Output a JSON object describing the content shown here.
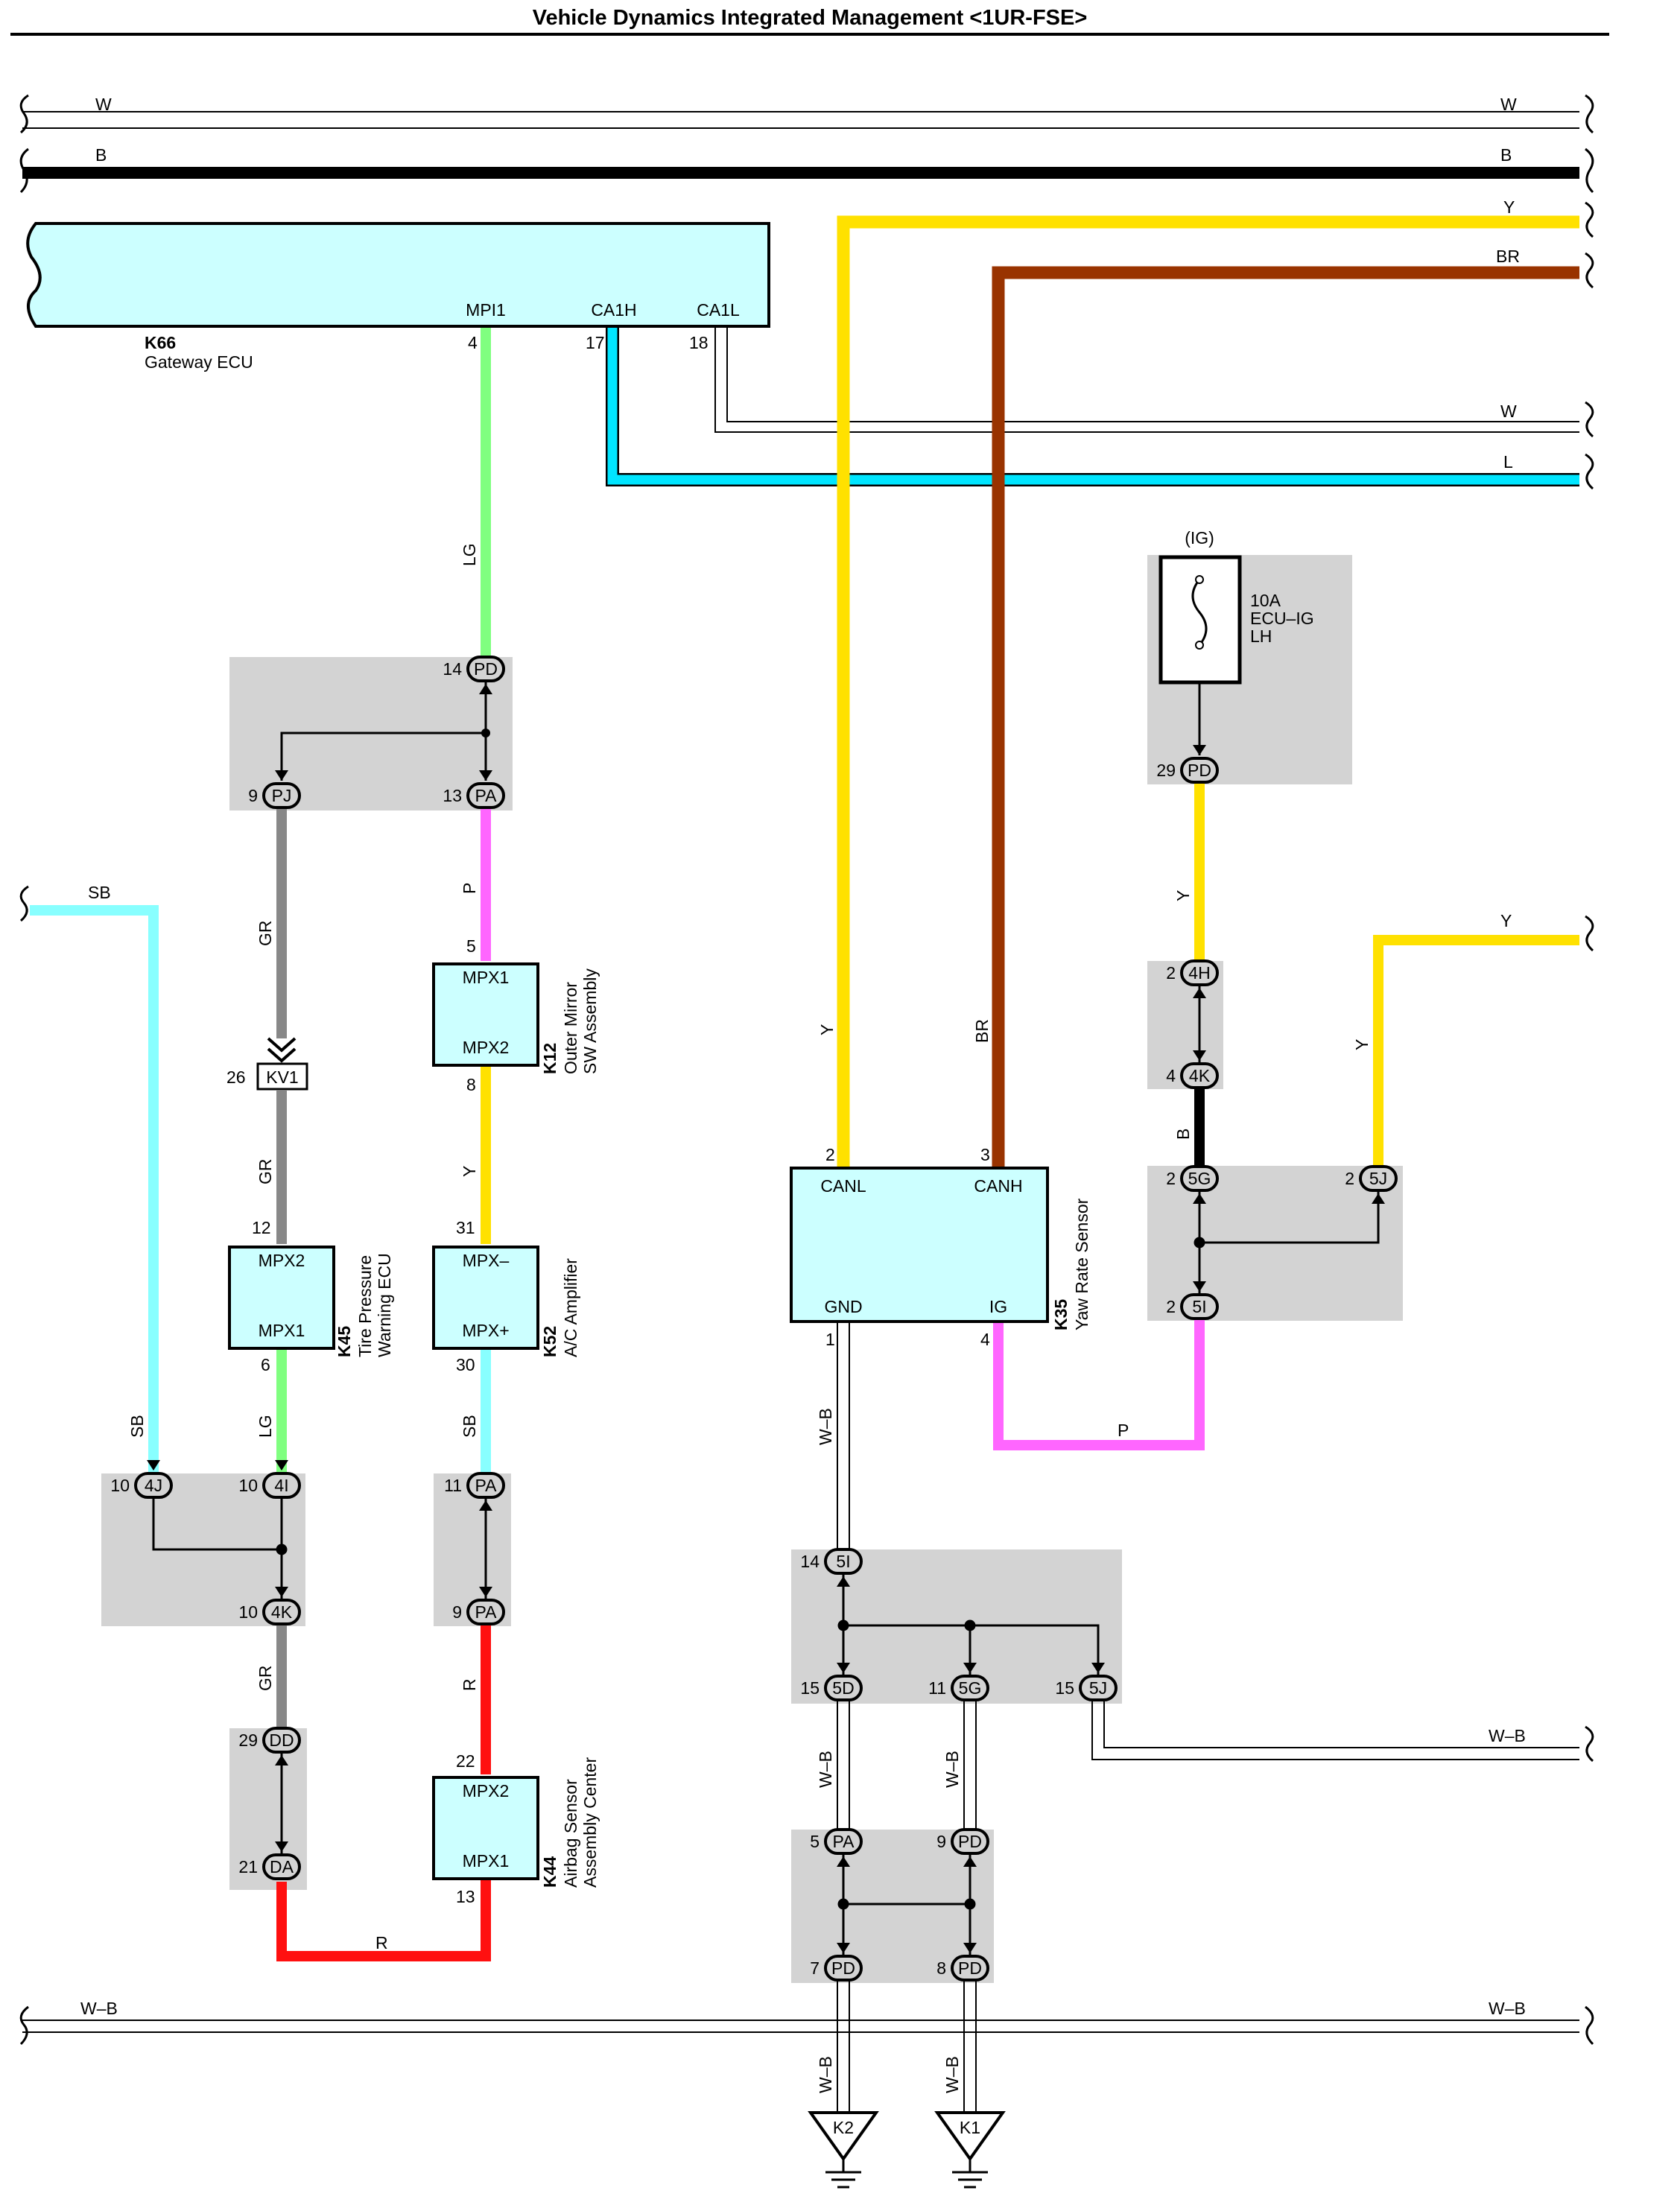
{
  "title": "Vehicle Dynamics Integrated Management <1UR-FSE>",
  "colors": {
    "W": "#ffffff",
    "B": "#000000",
    "Y": "#ffe100",
    "BR": "#993300",
    "L": "#00e5ff",
    "LG": "#80ff80",
    "GR": "#888888",
    "P": "#ff66ff",
    "SB": "#88ffff",
    "R": "#ff1010",
    "WB": "#ffffff",
    "component_fill": "#ccffff",
    "connector_bg": "#d3d3d3"
  },
  "bus_labels": {
    "w_top_left": "W",
    "w_top_right": "W",
    "b_left": "B",
    "b_right": "B",
    "y_right": "Y",
    "br_right": "BR",
    "w_mid_right": "W",
    "l_right": "L",
    "sb_left": "SB",
    "y_right2": "Y",
    "wb_right1": "W–B",
    "wb_left_bottom": "W–B",
    "wb_right_bottom": "W–B"
  },
  "components": {
    "k66": {
      "code": "K66",
      "name": "Gateway ECU",
      "pins": {
        "mpi1": "MPI1",
        "ca1h": "CA1H",
        "ca1l": "CA1L"
      },
      "pin_nums": {
        "mpi1": "4",
        "ca1h": "17",
        "ca1l": "18"
      }
    },
    "k12": {
      "code": "K12",
      "name1": "Outer Mirror",
      "name2": "SW Assembly",
      "pin_a": "MPX1",
      "pin_b": "MPX2",
      "num_a": "5",
      "num_b": "8"
    },
    "k45": {
      "code": "K45",
      "name1": "Tire Pressure",
      "name2": "Warning ECU",
      "pin_a": "MPX2",
      "pin_b": "MPX1",
      "num_a": "12",
      "num_b": "6"
    },
    "k52": {
      "code": "K52",
      "name1": "A/C Amplifier",
      "pin_a": "MPX–",
      "pin_b": "MPX+",
      "num_a": "31",
      "num_b": "30"
    },
    "k44": {
      "code": "K44",
      "name1": "Airbag Sensor",
      "name2": "Assembly Center",
      "pin_a": "MPX2",
      "pin_b": "MPX1",
      "num_a": "22",
      "num_b": "13"
    },
    "k35": {
      "code": "K35",
      "name1": "Yaw Rate Sensor",
      "pin_canl": "CANL",
      "pin_canh": "CANH",
      "pin_gnd": "GND",
      "pin_ig": "IG",
      "num_canl": "2",
      "num_canh": "3",
      "num_gnd": "1",
      "num_ig": "4"
    },
    "fuse": {
      "supply": "(IG)",
      "rating": "10A",
      "name1": "ECU–IG",
      "name2": "LH"
    }
  },
  "wire_labels": {
    "lg_top": "LG",
    "gr_1": "GR",
    "p_1": "P",
    "gr_2": "GR",
    "y_1": "Y",
    "lg_2": "LG",
    "sb_1": "SB",
    "sb_2": "SB",
    "gr_3": "GR",
    "r_1": "R",
    "r_bottom": "R",
    "y_k35": "Y",
    "br_k35": "BR",
    "y_fuse": "Y",
    "b_4k": "B",
    "y_5j": "Y",
    "p_k35": "P",
    "wb_k35": "W–B",
    "wb_5d": "W–B",
    "wb_5g": "W–B",
    "wb_k2": "W–B",
    "wb_k1": "W–B"
  },
  "connectors": {
    "pd14": {
      "num": "14",
      "id": "PD"
    },
    "pj9": {
      "num": "9",
      "id": "PJ"
    },
    "pa13": {
      "num": "13",
      "id": "PA"
    },
    "kv1": {
      "num": "26",
      "id": "KV1"
    },
    "j4": {
      "num": "10",
      "id": "4J"
    },
    "i4": {
      "num": "10",
      "id": "4I"
    },
    "k4": {
      "num": "10",
      "id": "4K"
    },
    "pa11": {
      "num": "11",
      "id": "PA"
    },
    "pa9": {
      "num": "9",
      "id": "PA"
    },
    "dd29": {
      "num": "29",
      "id": "DD"
    },
    "da21": {
      "num": "21",
      "id": "DA"
    },
    "pd29": {
      "num": "29",
      "id": "PD"
    },
    "h4": {
      "num": "2",
      "id": "4H"
    },
    "k4b": {
      "num": "4",
      "id": "4K"
    },
    "g5": {
      "num": "2",
      "id": "5G"
    },
    "j5": {
      "num": "2",
      "id": "5J"
    },
    "i5": {
      "num": "2",
      "id": "5I"
    },
    "i5b": {
      "num": "14",
      "id": "5I"
    },
    "d5": {
      "num": "15",
      "id": "5D"
    },
    "g5b": {
      "num": "11",
      "id": "5G"
    },
    "j5b": {
      "num": "15",
      "id": "5J"
    },
    "pa5": {
      "num": "5",
      "id": "PA"
    },
    "pd9": {
      "num": "9",
      "id": "PD"
    },
    "pd7": {
      "num": "7",
      "id": "PD"
    },
    "pd8": {
      "num": "8",
      "id": "PD"
    }
  },
  "grounds": {
    "k2": "K2",
    "k1": "K1"
  }
}
